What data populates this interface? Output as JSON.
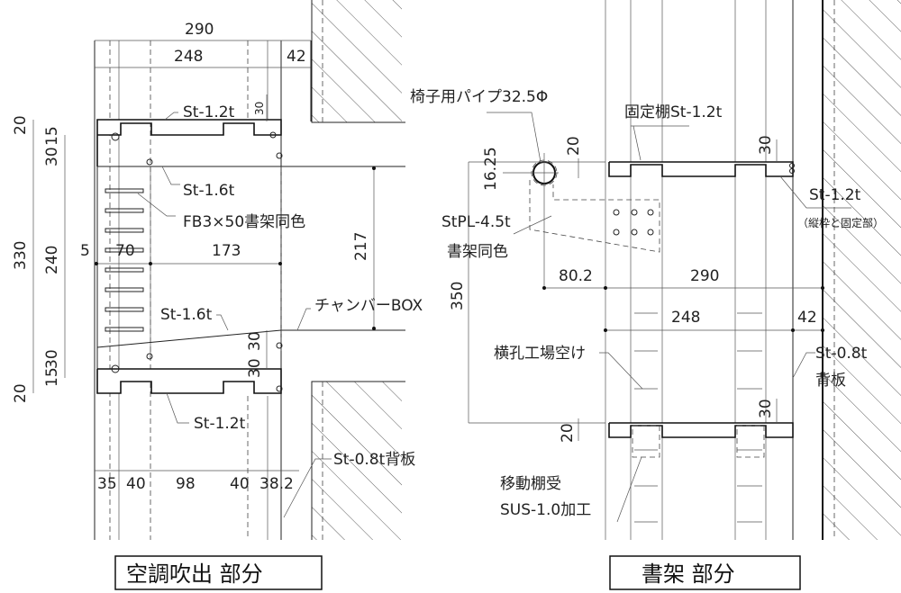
{
  "left_section": {
    "title": "空調吹出 部分",
    "dims_top": [
      "290",
      "248",
      "42"
    ],
    "dims_bottom": [
      "35",
      "40",
      "98",
      "40",
      "38.2"
    ],
    "dims_left": [
      "20",
      "15",
      "30",
      "330",
      "240",
      "30",
      "15",
      "20"
    ],
    "dims_inner": [
      "5",
      "70",
      "173",
      "217",
      "30",
      "30",
      "30"
    ],
    "labels": {
      "top_plate": "St-1.2t",
      "upper_plate": "St-1.6t",
      "flat_bar": "FB3×50書架同色",
      "lower_plate": "St-1.6t",
      "chamber": "チャンバーBOX",
      "bottom_plate": "St-1.2t",
      "back_plate": "St-0.8t背板"
    }
  },
  "right_section": {
    "title": "書架 部分",
    "dims": [
      "20",
      "16.25",
      "30",
      "80.2",
      "290",
      "248",
      "42",
      "350",
      "30",
      "20"
    ],
    "labels": {
      "pipe": "椅子用パイプ32.5Φ",
      "fixed_shelf": "固定棚St-1.2t",
      "frame_plate": "St-1.2t",
      "frame_note": "（縦枠と固定部）",
      "plate_a": "StPL-4.5t",
      "plate_b": "書架同色",
      "holes": "横孔工場空け",
      "back_a": "St-0.8t",
      "back_b": "背板",
      "support_a": "移動棚受",
      "support_b": "SUS-1.0加工"
    }
  }
}
